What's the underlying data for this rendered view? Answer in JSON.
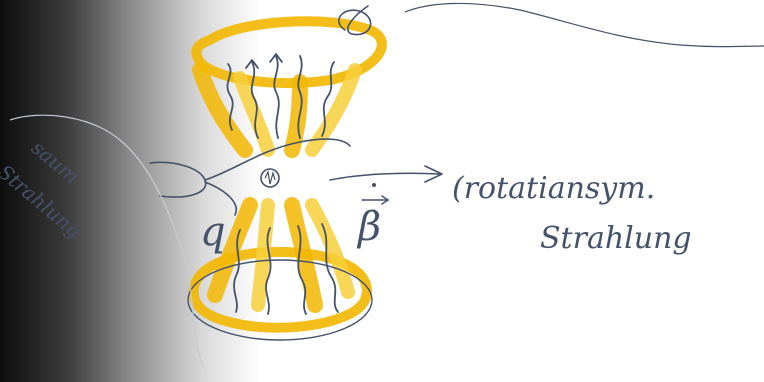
{
  "annotations": {
    "rotation_note": "(rotatiansym.",
    "radiation_word": "Strahlung",
    "beta_symbol": "β",
    "charge_label": "q",
    "margin_note_line1": "saum",
    "margin_note_line2": "Strahlung"
  },
  "colors": {
    "ink": "#45526a",
    "highlight": "#f2b700",
    "highlight_light": "#f7cf3a"
  }
}
